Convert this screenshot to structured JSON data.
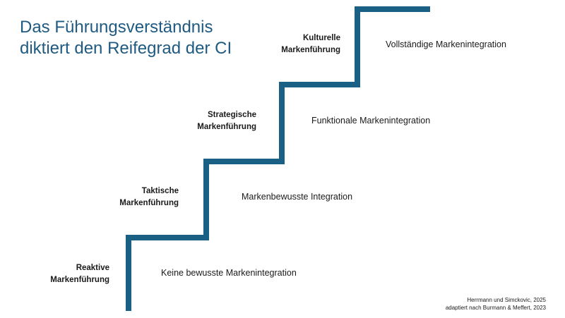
{
  "title": {
    "line1": "Das Führungsverständnis",
    "line2": "diktiert den Reifegrad der CI"
  },
  "steps": [
    {
      "level_line1": "Reaktive",
      "level_line2": "Markenführung",
      "integration": "Keine bewusste Markenintegration"
    },
    {
      "level_line1": "Taktische",
      "level_line2": "Markenführung",
      "integration": "Markenbewusste Integration"
    },
    {
      "level_line1": "Strategische",
      "level_line2": "Markenführung",
      "integration": "Funktionale Markenintegration"
    },
    {
      "level_line1": "Kulturelle",
      "level_line2": "Markenführung",
      "integration": "Vollständige Markenintegration"
    }
  ],
  "source": {
    "line1": "Herrmann und Simckovic, 2025",
    "line2": "adaptiert nach Burmann & Meffert, 2023"
  },
  "colors": {
    "stair": "#1a5f84",
    "title": "#1f5a82"
  }
}
